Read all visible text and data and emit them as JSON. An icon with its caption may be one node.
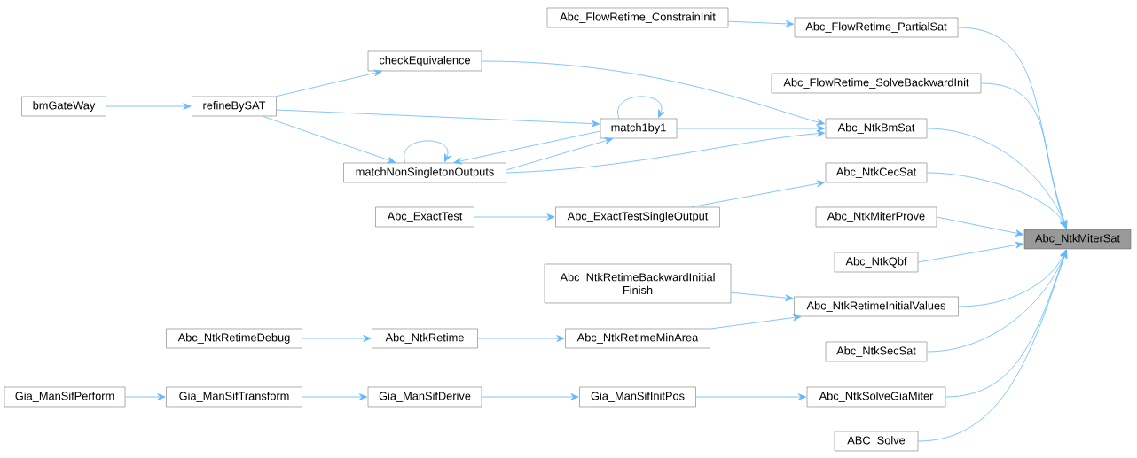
{
  "diagram": {
    "nodes": [
      {
        "text": [
          "Abc_NtkMiterSat"
        ]
      },
      {
        "text": [
          "Abc_FlowRetime_ConstrainInit"
        ]
      },
      {
        "text": [
          "Abc_FlowRetime_PartialSat"
        ]
      },
      {
        "text": [
          "bmGateWay"
        ]
      },
      {
        "text": [
          "refineBySAT"
        ]
      },
      {
        "text": [
          "checkEquivalence"
        ]
      },
      {
        "text": [
          "match1by1"
        ]
      },
      {
        "text": [
          "matchNonSingletonOutputs"
        ]
      },
      {
        "text": [
          "Abc_FlowRetime_SolveBackwardInit"
        ]
      },
      {
        "text": [
          "Abc_NtkBmSat"
        ]
      },
      {
        "text": [
          "Abc_NtkCecSat"
        ]
      },
      {
        "text": [
          "Abc_ExactTest"
        ]
      },
      {
        "text": [
          "Abc_ExactTestSingleOutput"
        ]
      },
      {
        "text": [
          "Abc_NtkMiterProve"
        ]
      },
      {
        "text": [
          "Abc_NtkQbf"
        ]
      },
      {
        "text": [
          "Abc_NtkRetimeBackwardInitial Finish"
        ]
      },
      {
        "text": [
          "Abc_NtkRetimeInitialValues"
        ]
      },
      {
        "text": [
          "Abc_NtkRetimeDebug"
        ]
      },
      {
        "text": [
          "Abc_NtkRetime"
        ]
      },
      {
        "text": [
          "Abc_NtkRetimeMinArea"
        ]
      },
      {
        "text": [
          "Abc_NtkSecSat"
        ]
      },
      {
        "text": [
          "Gia_ManSifPerform"
        ]
      },
      {
        "text": [
          "Gia_ManSifTransform"
        ]
      },
      {
        "text": [
          "Gia_ManSifDerive"
        ]
      },
      {
        "text": [
          "Gia_ManSifInitPos"
        ]
      },
      {
        "text": [
          "Abc_NtkSolveGiaMiter"
        ]
      },
      {
        "text": [
          "ABC_Solve"
        ]
      }
    ],
    "edges": [
      {
        "from": 1,
        "to": 2,
        "arrow": "to"
      },
      {
        "from": 2,
        "to": 0,
        "arrow": "to"
      },
      {
        "from": 3,
        "to": 4,
        "arrow": "to"
      },
      {
        "from": 4,
        "to": 5,
        "arrow": "to"
      },
      {
        "from": 4,
        "to": 6,
        "arrow": "to"
      },
      {
        "from": 4,
        "to": 7,
        "arrow": "to"
      },
      {
        "from": 5,
        "to": 9,
        "arrow": "to"
      },
      {
        "from": 6,
        "to": 6,
        "arrow": "to"
      },
      {
        "from": 6,
        "to": 7,
        "arrow": "to"
      },
      {
        "from": 7,
        "to": 6,
        "arrow": "to"
      },
      {
        "from": 7,
        "to": 7,
        "arrow": "to"
      },
      {
        "from": 6,
        "to": 9,
        "arrow": "to"
      },
      {
        "from": 7,
        "to": 9,
        "arrow": "to"
      },
      {
        "from": 8,
        "to": 0,
        "arrow": "to"
      },
      {
        "from": 9,
        "to": 0,
        "arrow": "to"
      },
      {
        "from": 10,
        "to": 0,
        "arrow": "to"
      },
      {
        "from": 11,
        "to": 12,
        "arrow": "to"
      },
      {
        "from": 12,
        "to": 10,
        "arrow": "to"
      },
      {
        "from": 13,
        "to": 0,
        "arrow": "to"
      },
      {
        "from": 14,
        "to": 0,
        "arrow": "to"
      },
      {
        "from": 15,
        "to": 16,
        "arrow": "to"
      },
      {
        "from": 16,
        "to": 0,
        "arrow": "to"
      },
      {
        "from": 17,
        "to": 18,
        "arrow": "to"
      },
      {
        "from": 18,
        "to": 19,
        "arrow": "to"
      },
      {
        "from": 19,
        "to": 16,
        "arrow": "to"
      },
      {
        "from": 20,
        "to": 0,
        "arrow": "to"
      },
      {
        "from": 21,
        "to": 22,
        "arrow": "to"
      },
      {
        "from": 22,
        "to": 23,
        "arrow": "to"
      },
      {
        "from": 23,
        "to": 24,
        "arrow": "to"
      },
      {
        "from": 24,
        "to": 25,
        "arrow": "to"
      },
      {
        "from": 25,
        "to": 0,
        "arrow": "to"
      },
      {
        "from": 26,
        "to": 0,
        "arrow": "to"
      }
    ]
  }
}
